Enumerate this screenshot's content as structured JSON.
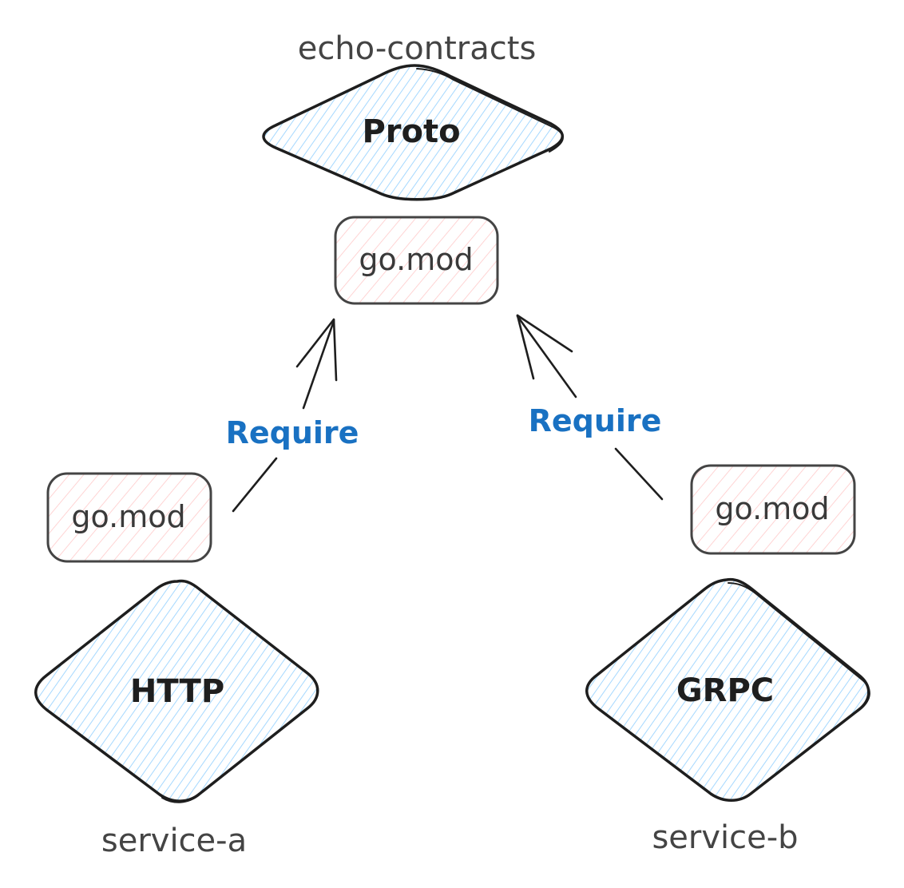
{
  "diagram": {
    "nodes": {
      "proto": {
        "label": "Proto",
        "caption": "echo-contracts",
        "shape": "diamond",
        "fill": "#a5d8ff"
      },
      "contracts_gomod": {
        "label": "go.mod",
        "shape": "rounded-rect",
        "fill": "#ffc9c9"
      },
      "service_a_gomod": {
        "label": "go.mod",
        "shape": "rounded-rect",
        "fill": "#ffc9c9"
      },
      "service_b_gomod": {
        "label": "go.mod",
        "shape": "rounded-rect",
        "fill": "#ffc9c9"
      },
      "http": {
        "label": "HTTP",
        "caption": "service-a",
        "shape": "diamond",
        "fill": "#a5d8ff"
      },
      "grpc": {
        "label": "GRPC",
        "caption": "service-b",
        "shape": "diamond",
        "fill": "#a5d8ff"
      }
    },
    "edges": [
      {
        "from": "service_a_gomod",
        "to": "contracts_gomod",
        "label": "Require"
      },
      {
        "from": "service_b_gomod",
        "to": "contracts_gomod",
        "label": "Require"
      }
    ],
    "colors": {
      "stroke": "#1e1e1e",
      "edge_label": "#1971c2",
      "blue_hatch": "#a5d8ff",
      "red_hatch": "#ffc9c9"
    }
  }
}
